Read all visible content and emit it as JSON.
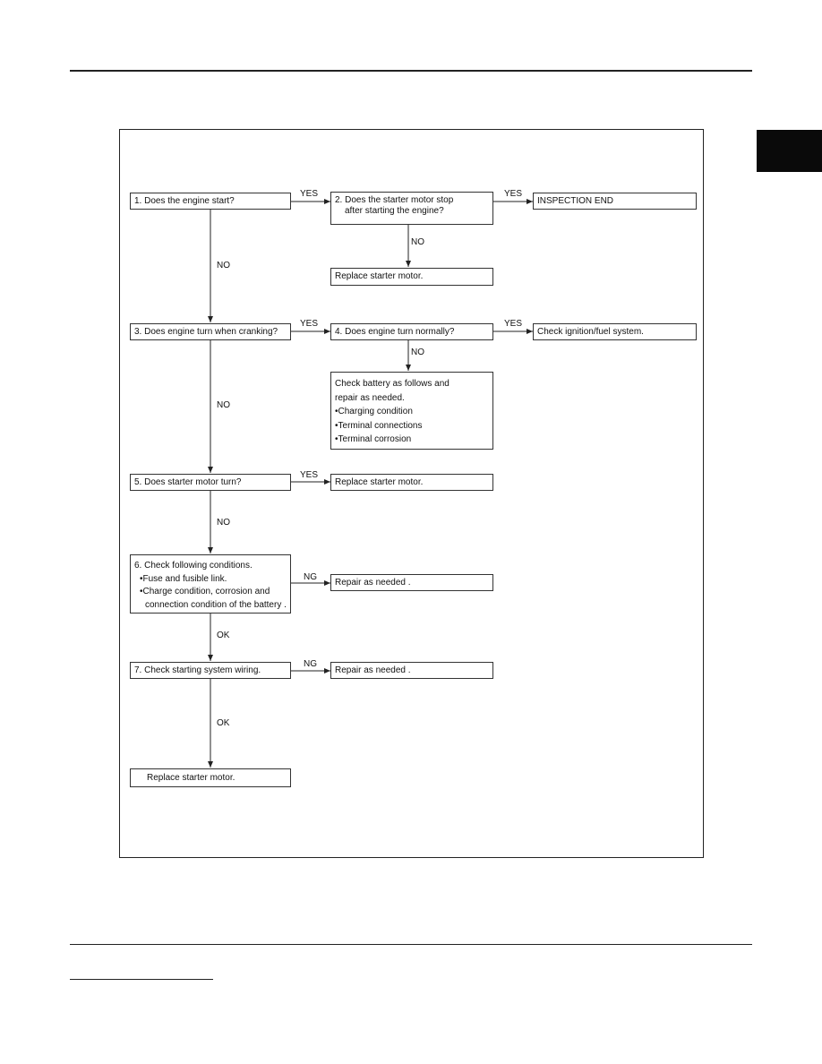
{
  "flowchart": {
    "q1": "1. Does the engine start?",
    "q2_line1": "2. Does the starter motor stop",
    "q2_line2": "after starting the engine?",
    "inspection_end": "INSPECTION END",
    "replace_motor_a": "Replace starter motor.",
    "q3": "3. Does engine turn when cranking?",
    "q4": "4. Does engine turn normally?",
    "check_ignition": "Check ignition/fuel system.",
    "battery_line1": "Check battery as follows and",
    "battery_line2": "repair as needed.",
    "battery_items": [
      "Charging condition",
      "Terminal connections",
      "Terminal corrosion"
    ],
    "q5": "5. Does starter motor turn?",
    "replace_motor_b": "Replace starter motor.",
    "q6_title": "6. Check following conditions.",
    "q6_item1": "Fuse and fusible link.",
    "q6_item2_line1": "Charge condition, corrosion and",
    "q6_item2_line2": "connection condition of the battery .",
    "repair_a": "Repair as needed .",
    "q7": "7. Check starting system wiring.",
    "repair_b": "Repair as needed .",
    "replace_motor_c": "Replace starter motor.",
    "labels": {
      "yes1": "YES",
      "yes2": "YES",
      "no1": "NO",
      "no2": "NO",
      "yes3": "YES",
      "yes4": "YES",
      "no3": "NO",
      "no4": "NO",
      "yes5": "YES",
      "no5": "NO",
      "ng1": "NG",
      "ok1": "OK",
      "ng2": "NG",
      "ok2": "OK"
    },
    "bullet_char": "•"
  },
  "colors": {
    "side_tab": "#0a0a0a",
    "line": "#222222"
  }
}
